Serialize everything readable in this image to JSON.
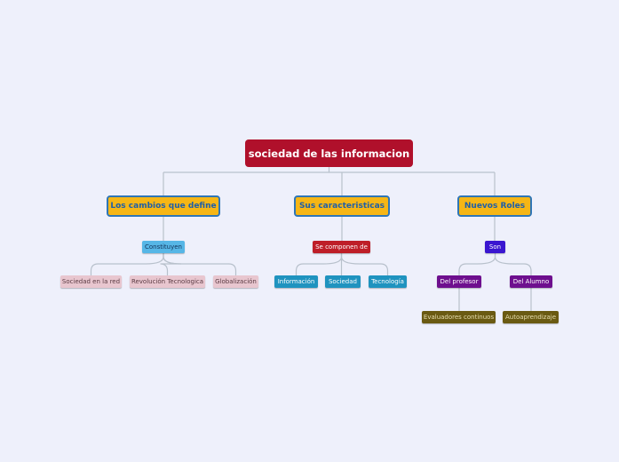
{
  "colors": {
    "background": "#eef0fb",
    "root": "#b0102b",
    "main_fill": "#f6b615",
    "main_border": "#2f76b6",
    "line": "#b8c1cc"
  },
  "root": {
    "label": "sociedad de las informacion"
  },
  "branches": [
    {
      "label": "Los cambios que define",
      "connector": {
        "label": "Constituyen",
        "color": "#56b6e6",
        "text_color": "#12325a"
      },
      "children": [
        {
          "label": "Sociedad en la red",
          "color": "#e8c6cf",
          "text_color": "#5a3a42"
        },
        {
          "label": "Revolución Tecnologica",
          "color": "#e8c6cf",
          "text_color": "#5a3a42"
        },
        {
          "label": "Globalización",
          "color": "#e8c6cf",
          "text_color": "#5a3a42"
        }
      ]
    },
    {
      "label": "Sus caracteristicas",
      "connector": {
        "label": "Se componen de",
        "color": "#be1e28",
        "text_color": "#ffffff"
      },
      "children": [
        {
          "label": "Información",
          "color": "#1f93bf",
          "text_color": "#ffffff"
        },
        {
          "label": "Sociedad",
          "color": "#1f93bf",
          "text_color": "#ffffff"
        },
        {
          "label": "Tecnología",
          "color": "#1f93bf",
          "text_color": "#ffffff"
        }
      ]
    },
    {
      "label": "Nuevos Roles",
      "connector": {
        "label": "Son",
        "color": "#3a16d0",
        "text_color": "#ffffff"
      },
      "children": [
        {
          "label": "Del profesor",
          "color": "#6e0f8e",
          "text_color": "#ffffff",
          "children": [
            {
              "label": "Evaluadores continuos",
              "color": "#6a5a12",
              "text_color": "#e8dfb0"
            }
          ]
        },
        {
          "label": "Del Alumno",
          "color": "#6e0f8e",
          "text_color": "#ffffff",
          "children": [
            {
              "label": "Autoaprendizaje",
              "color": "#6a5a12",
              "text_color": "#e8dfb0"
            }
          ]
        }
      ]
    }
  ]
}
